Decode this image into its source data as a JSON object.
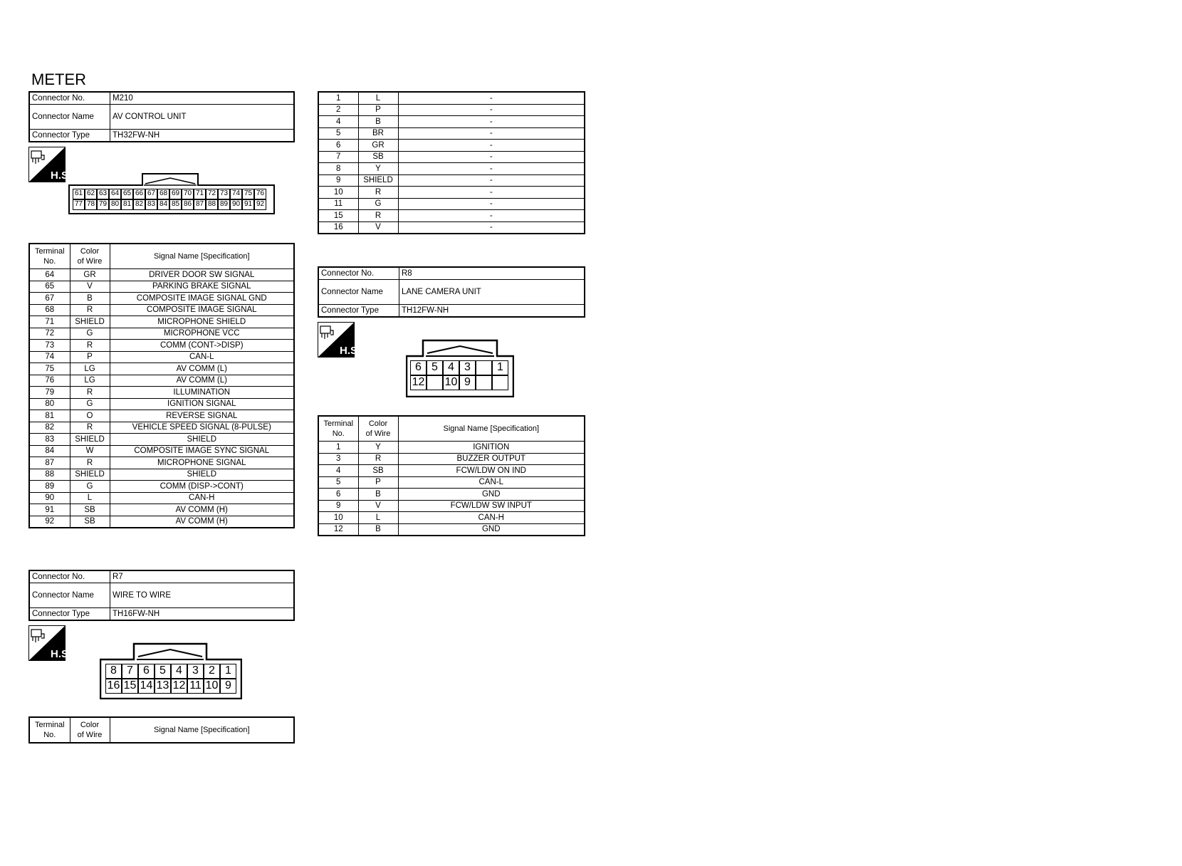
{
  "page_title": "METER",
  "labels": {
    "connector_no": "Connector No.",
    "connector_name": "Connector Name",
    "connector_type": "Connector Type",
    "terminal_no_line1": "Terminal",
    "terminal_no_line2": "No.",
    "color_line1": "Color",
    "color_line2": "of Wire",
    "signal_name": "Signal Name [Specification]",
    "hs_badge": "H.S."
  },
  "m210": {
    "connector_no": "M210",
    "connector_name": "AV CONTROL UNIT",
    "connector_type": "TH32FW-NH",
    "pin_rows": [
      [
        "61",
        "62",
        "63",
        "64",
        "65",
        "66",
        "67",
        "68",
        "69",
        "70",
        "71",
        "72",
        "73",
        "74",
        "75",
        "76"
      ],
      [
        "77",
        "78",
        "79",
        "80",
        "81",
        "82",
        "83",
        "84",
        "85",
        "86",
        "87",
        "88",
        "89",
        "90",
        "91",
        "92"
      ]
    ],
    "rows": [
      {
        "terminal": "64",
        "color": "GR",
        "signal": "DRIVER DOOR SW SIGNAL"
      },
      {
        "terminal": "65",
        "color": "V",
        "signal": "PARKING BRAKE SIGNAL"
      },
      {
        "terminal": "67",
        "color": "B",
        "signal": "COMPOSITE IMAGE SIGNAL GND"
      },
      {
        "terminal": "68",
        "color": "R",
        "signal": "COMPOSITE IMAGE SIGNAL"
      },
      {
        "terminal": "71",
        "color": "SHIELD",
        "signal": "MICROPHONE SHIELD"
      },
      {
        "terminal": "72",
        "color": "G",
        "signal": "MICROPHONE VCC"
      },
      {
        "terminal": "73",
        "color": "R",
        "signal": "COMM (CONT->DISP)"
      },
      {
        "terminal": "74",
        "color": "P",
        "signal": "CAN-L"
      },
      {
        "terminal": "75",
        "color": "LG",
        "signal": "AV COMM (L)"
      },
      {
        "terminal": "76",
        "color": "LG",
        "signal": "AV COMM (L)"
      },
      {
        "terminal": "79",
        "color": "R",
        "signal": "ILLUMINATION"
      },
      {
        "terminal": "80",
        "color": "G",
        "signal": "IGNITION SIGNAL"
      },
      {
        "terminal": "81",
        "color": "O",
        "signal": "REVERSE SIGNAL"
      },
      {
        "terminal": "82",
        "color": "R",
        "signal": "VEHICLE SPEED SIGNAL (8-PULSE)"
      },
      {
        "terminal": "83",
        "color": "SHIELD",
        "signal": "SHIELD"
      },
      {
        "terminal": "84",
        "color": "W",
        "signal": "COMPOSITE IMAGE SYNC SIGNAL"
      },
      {
        "terminal": "87",
        "color": "R",
        "signal": "MICROPHONE SIGNAL"
      },
      {
        "terminal": "88",
        "color": "SHIELD",
        "signal": "SHIELD"
      },
      {
        "terminal": "89",
        "color": "G",
        "signal": "COMM (DISP->CONT)"
      },
      {
        "terminal": "90",
        "color": "L",
        "signal": "CAN-H"
      },
      {
        "terminal": "91",
        "color": "SB",
        "signal": "AV COMM (H)"
      },
      {
        "terminal": "92",
        "color": "SB",
        "signal": "AV COMM (H)"
      }
    ]
  },
  "r7": {
    "connector_no": "R7",
    "connector_name": "WIRE TO WIRE",
    "connector_type": "TH16FW-NH",
    "pin_rows": [
      [
        "8",
        "7",
        "6",
        "5",
        "4",
        "3",
        "2",
        "1"
      ],
      [
        "16",
        "15",
        "14",
        "13",
        "12",
        "11",
        "10",
        "9"
      ]
    ],
    "rows": [
      {
        "terminal": "1",
        "color": "L",
        "signal": "-"
      },
      {
        "terminal": "2",
        "color": "P",
        "signal": "-"
      },
      {
        "terminal": "4",
        "color": "B",
        "signal": "-"
      },
      {
        "terminal": "5",
        "color": "BR",
        "signal": "-"
      },
      {
        "terminal": "6",
        "color": "GR",
        "signal": "-"
      },
      {
        "terminal": "7",
        "color": "SB",
        "signal": "-"
      },
      {
        "terminal": "8",
        "color": "Y",
        "signal": "-"
      },
      {
        "terminal": "9",
        "color": "SHIELD",
        "signal": "-"
      },
      {
        "terminal": "10",
        "color": "R",
        "signal": "-"
      },
      {
        "terminal": "11",
        "color": "G",
        "signal": "-"
      },
      {
        "terminal": "15",
        "color": "R",
        "signal": "-"
      },
      {
        "terminal": "16",
        "color": "V",
        "signal": "-"
      }
    ]
  },
  "r8": {
    "connector_no": "R8",
    "connector_name": "LANE CAMERA UNIT",
    "connector_type": "TH12FW-NH",
    "pin_rows": [
      [
        "6",
        "5",
        "4",
        "3",
        "",
        "1"
      ],
      [
        "12",
        "",
        "10",
        "9",
        "",
        ""
      ]
    ],
    "rows": [
      {
        "terminal": "1",
        "color": "Y",
        "signal": "IGNITION"
      },
      {
        "terminal": "3",
        "color": "R",
        "signal": "BUZZER OUTPUT"
      },
      {
        "terminal": "4",
        "color": "SB",
        "signal": "FCW/LDW ON IND"
      },
      {
        "terminal": "5",
        "color": "P",
        "signal": "CAN-L"
      },
      {
        "terminal": "6",
        "color": "B",
        "signal": "GND"
      },
      {
        "terminal": "9",
        "color": "V",
        "signal": "FCW/LDW SW INPUT"
      },
      {
        "terminal": "10",
        "color": "L",
        "signal": "CAN-H"
      },
      {
        "terminal": "12",
        "color": "B",
        "signal": "GND"
      }
    ]
  }
}
